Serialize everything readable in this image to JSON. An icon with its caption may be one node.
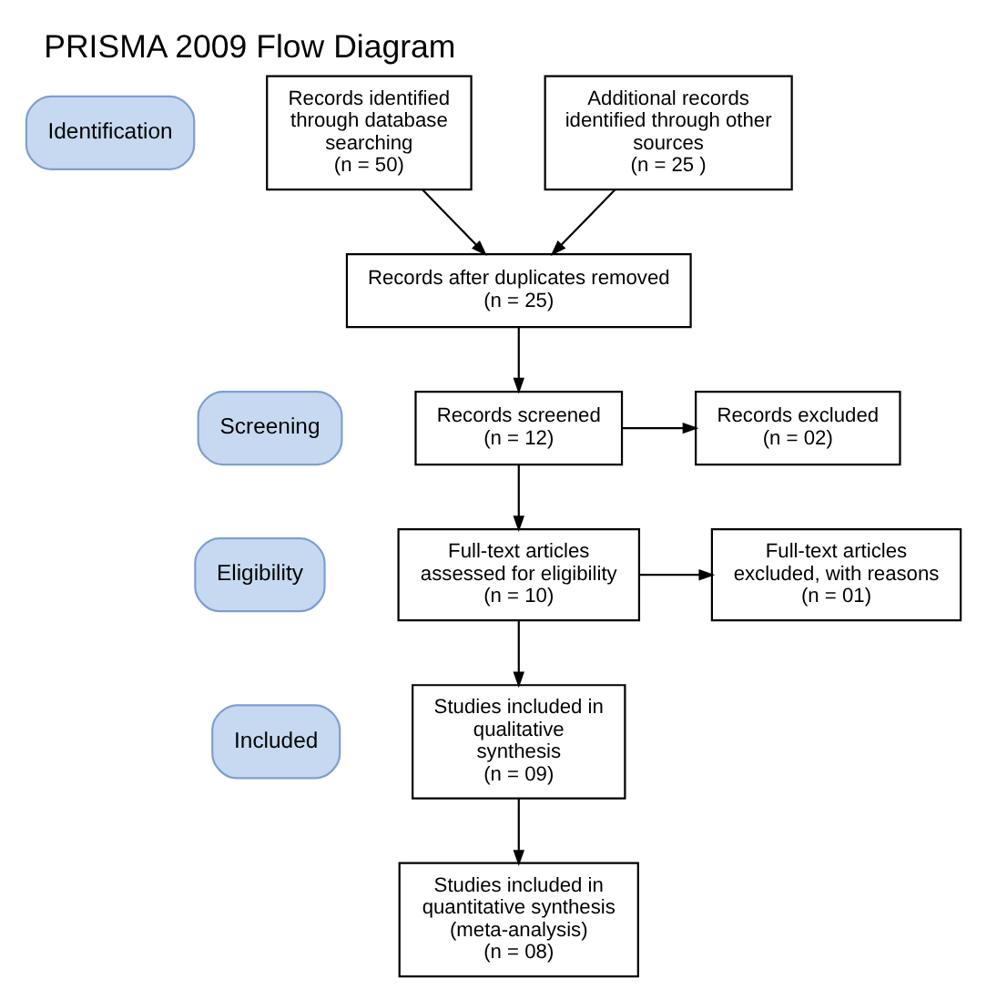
{
  "diagram": {
    "title": "PRISMA 2009 Flow Diagram",
    "nodes": [
      {
        "text": [
          "Identification"
        ]
      },
      {
        "text": [
          "Screening"
        ]
      },
      {
        "text": [
          "Eligibility"
        ]
      },
      {
        "text": [
          "Included"
        ]
      },
      {
        "text": [
          "Records identified through database searching",
          "(n = 50)"
        ]
      },
      {
        "text": [
          "Additional records identified through other sources",
          "(n = 25 )"
        ]
      },
      {
        "text": [
          "Records after duplicates removed",
          "(n = 25)"
        ]
      },
      {
        "text": [
          "Records screened",
          "(n = 12)"
        ]
      },
      {
        "text": [
          "Records excluded",
          "(n = 02)"
        ]
      },
      {
        "text": [
          "Full-text articles assessed for eligibility",
          "(n = 10)"
        ]
      },
      {
        "text": [
          "Full-text articles excluded, with reasons",
          "(n = 01)"
        ]
      },
      {
        "text": [
          "Studies included in qualitative synthesis",
          "(n = 09)"
        ]
      },
      {
        "text": [
          "Studies included in quantitative synthesis (meta-analysis)",
          "(n = 08)"
        ]
      }
    ],
    "edges": [
      {
        "from": 4,
        "to": 6,
        "arrow": "to"
      },
      {
        "from": 5,
        "to": 6,
        "arrow": "to"
      },
      {
        "from": 6,
        "to": 7,
        "arrow": "to"
      },
      {
        "from": 7,
        "to": 8,
        "arrow": "to"
      },
      {
        "from": 7,
        "to": 9,
        "arrow": "to"
      },
      {
        "from": 9,
        "to": 10,
        "arrow": "to"
      },
      {
        "from": 9,
        "to": 11,
        "arrow": "to"
      },
      {
        "from": 11,
        "to": 12,
        "arrow": "to"
      }
    ]
  }
}
